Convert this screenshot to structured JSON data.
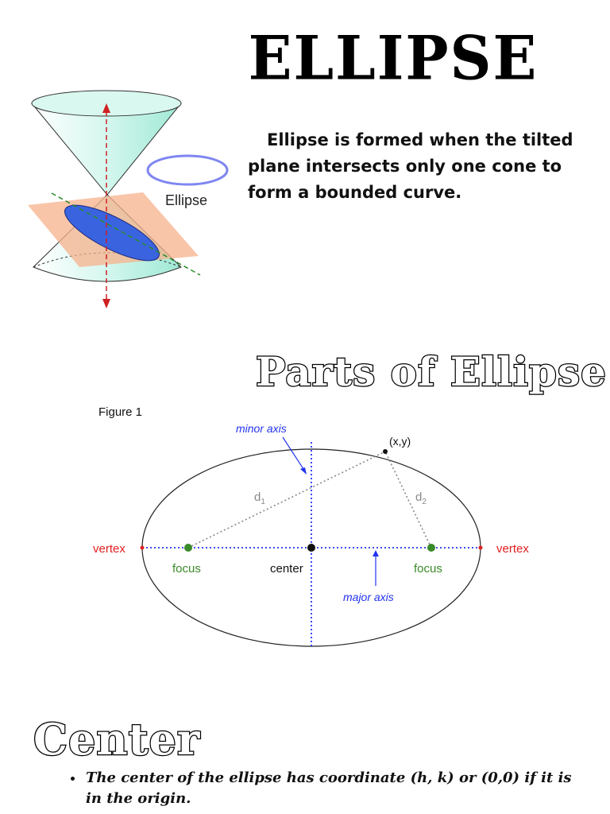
{
  "header": {
    "title": "ELLIPSE"
  },
  "intro": {
    "text": "Ellipse is formed when the tilted plane intersects only one cone to form a bounded curve."
  },
  "cone_figure": {
    "label": "Ellipse"
  },
  "parts": {
    "heading": "Parts of Ellipse",
    "figure_caption": "Figure 1",
    "labels": {
      "minor_axis": "minor axis",
      "major_axis": "major axis",
      "point": "(x,y)",
      "d1": "d",
      "d1_sub": "1",
      "d2": "d",
      "d2_sub": "2",
      "vertex_left": "vertex",
      "vertex_right": "vertex",
      "focus_left": "focus",
      "focus_right": "focus",
      "center": "center"
    }
  },
  "center_section": {
    "heading": "Center",
    "bullet": "The center of the ellipse has coordinate (h, k) or (0,0) if it is in the origin."
  },
  "colors": {
    "cone": "#c9f3ea",
    "plane": "#f7b28c",
    "ellipse_fill": "#3a63e0",
    "axis_blue": "#2233ee",
    "vertex_red": "#e02020",
    "focus_green": "#3a8a2a"
  }
}
